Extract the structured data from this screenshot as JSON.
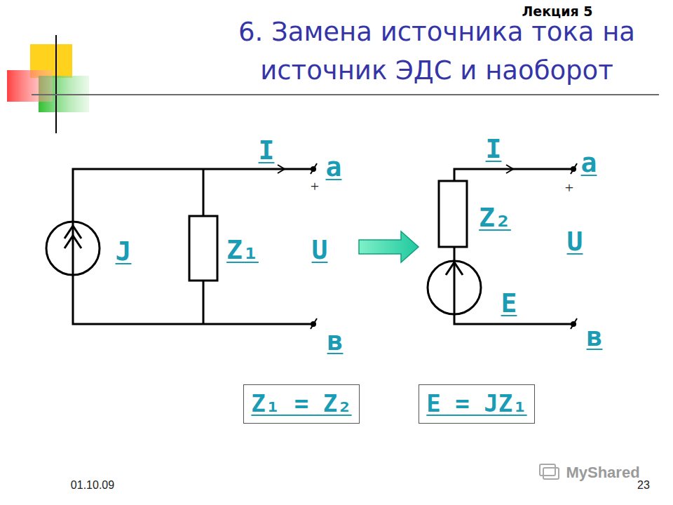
{
  "diagram": {
    "title": "6. Замена источника тока на источник ЭДС и наоборот",
    "nodes": [
      {
        "text": [
          "Z₁ = Z₂"
        ]
      },
      {
        "text": [
          "E = JZ₁"
        ]
      }
    ],
    "labels": [
      "Лекция 5",
      "I",
      "a",
      "+",
      "J",
      "Z₁",
      "U",
      "в",
      "I",
      "a",
      "+",
      "Z₂",
      "U",
      "E",
      "в",
      "01.10.09",
      "23",
      "MyShared"
    ]
  }
}
